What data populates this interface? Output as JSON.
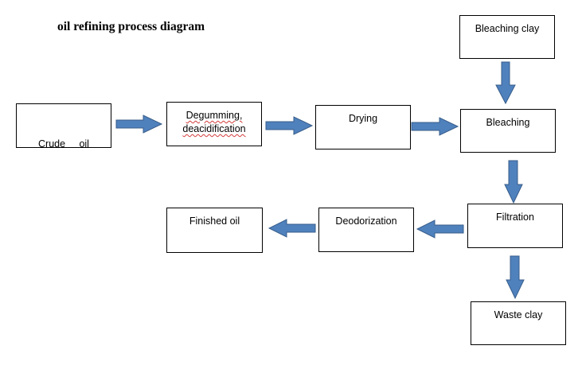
{
  "title": "oil refining process diagram",
  "colors": {
    "arrow_fill": "#4f81bd",
    "arrow_stroke": "#385d8a",
    "box_border": "#000000"
  },
  "nodes": {
    "crude_oil": "Crude     oil",
    "degumming": "Degumming,",
    "deacidification": "deacidification",
    "drying": "Drying",
    "bleaching_clay": "Bleaching clay",
    "bleaching": "Bleaching",
    "filtration": "Filtration",
    "waste_clay": "Waste clay",
    "deodorization": "Deodorization",
    "finished_oil": "Finished oil"
  },
  "flows": [
    {
      "from": "crude_oil",
      "to": "degumming"
    },
    {
      "from": "degumming",
      "to": "drying"
    },
    {
      "from": "drying",
      "to": "bleaching"
    },
    {
      "from": "bleaching_clay",
      "to": "bleaching"
    },
    {
      "from": "bleaching",
      "to": "filtration"
    },
    {
      "from": "filtration",
      "to": "waste_clay"
    },
    {
      "from": "filtration",
      "to": "deodorization"
    },
    {
      "from": "deodorization",
      "to": "finished_oil"
    }
  ]
}
